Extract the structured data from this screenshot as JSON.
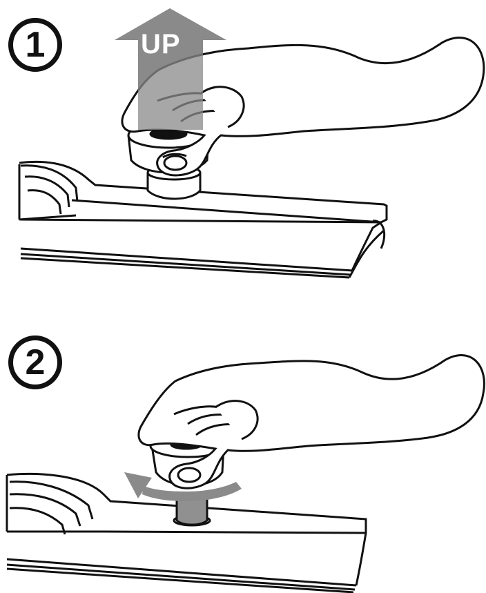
{
  "steps": [
    {
      "number": "1",
      "arrow_label": "UP"
    },
    {
      "number": "2"
    }
  ],
  "colors": {
    "line": "#111111",
    "arrow_gray": "#8a8a8a",
    "collar_gray": "#909090",
    "background": "#ffffff"
  },
  "icons": {
    "step_1": "circled-number-1",
    "step_2": "circled-number-2",
    "up_arrow": "up-arrow-icon",
    "rotate_arrow": "counterclockwise-arrow-icon"
  }
}
